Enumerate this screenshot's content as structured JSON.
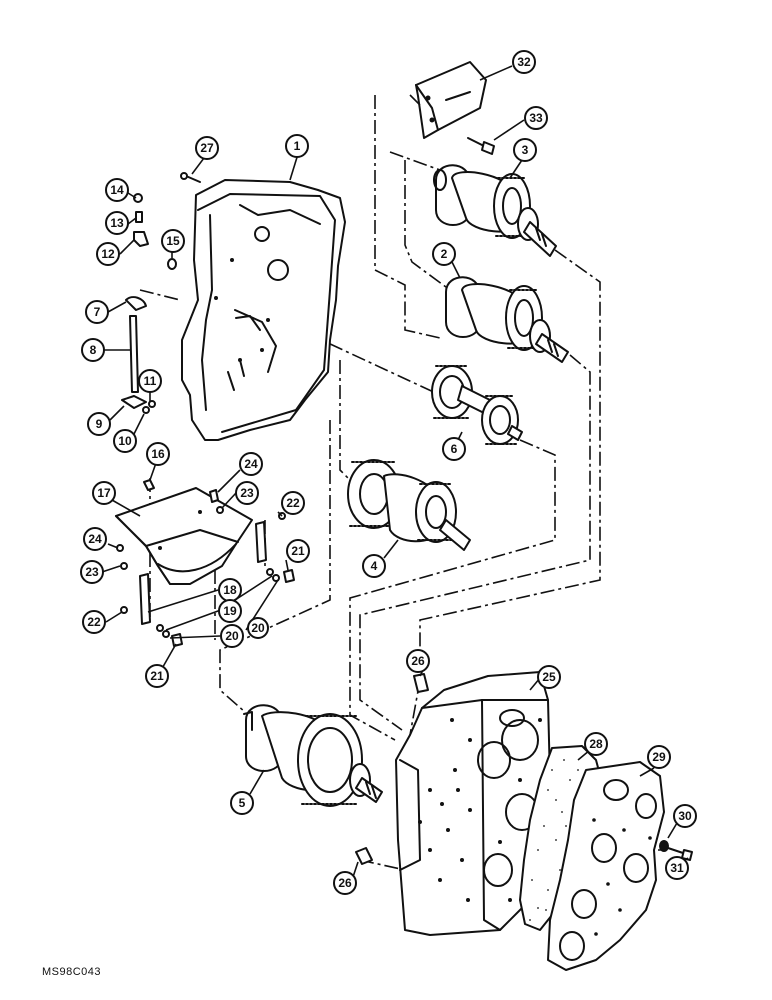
{
  "drawing_code": "MS98C043",
  "callouts": [
    {
      "num": "1"
    },
    {
      "num": "2"
    },
    {
      "num": "3"
    },
    {
      "num": "4"
    },
    {
      "num": "5"
    },
    {
      "num": "6"
    },
    {
      "num": "7"
    },
    {
      "num": "8"
    },
    {
      "num": "9"
    },
    {
      "num": "10"
    },
    {
      "num": "11"
    },
    {
      "num": "12"
    },
    {
      "num": "13"
    },
    {
      "num": "14"
    },
    {
      "num": "15"
    },
    {
      "num": "16"
    },
    {
      "num": "17"
    },
    {
      "num": "18"
    },
    {
      "num": "19"
    },
    {
      "num": "20"
    },
    {
      "num": "20"
    },
    {
      "num": "21"
    },
    {
      "num": "21"
    },
    {
      "num": "22"
    },
    {
      "num": "22"
    },
    {
      "num": "23"
    },
    {
      "num": "23"
    },
    {
      "num": "24"
    },
    {
      "num": "24"
    },
    {
      "num": "25"
    },
    {
      "num": "26"
    },
    {
      "num": "26"
    },
    {
      "num": "27"
    },
    {
      "num": "28"
    },
    {
      "num": "29"
    },
    {
      "num": "30"
    },
    {
      "num": "31"
    },
    {
      "num": "32"
    },
    {
      "num": "33"
    }
  ]
}
